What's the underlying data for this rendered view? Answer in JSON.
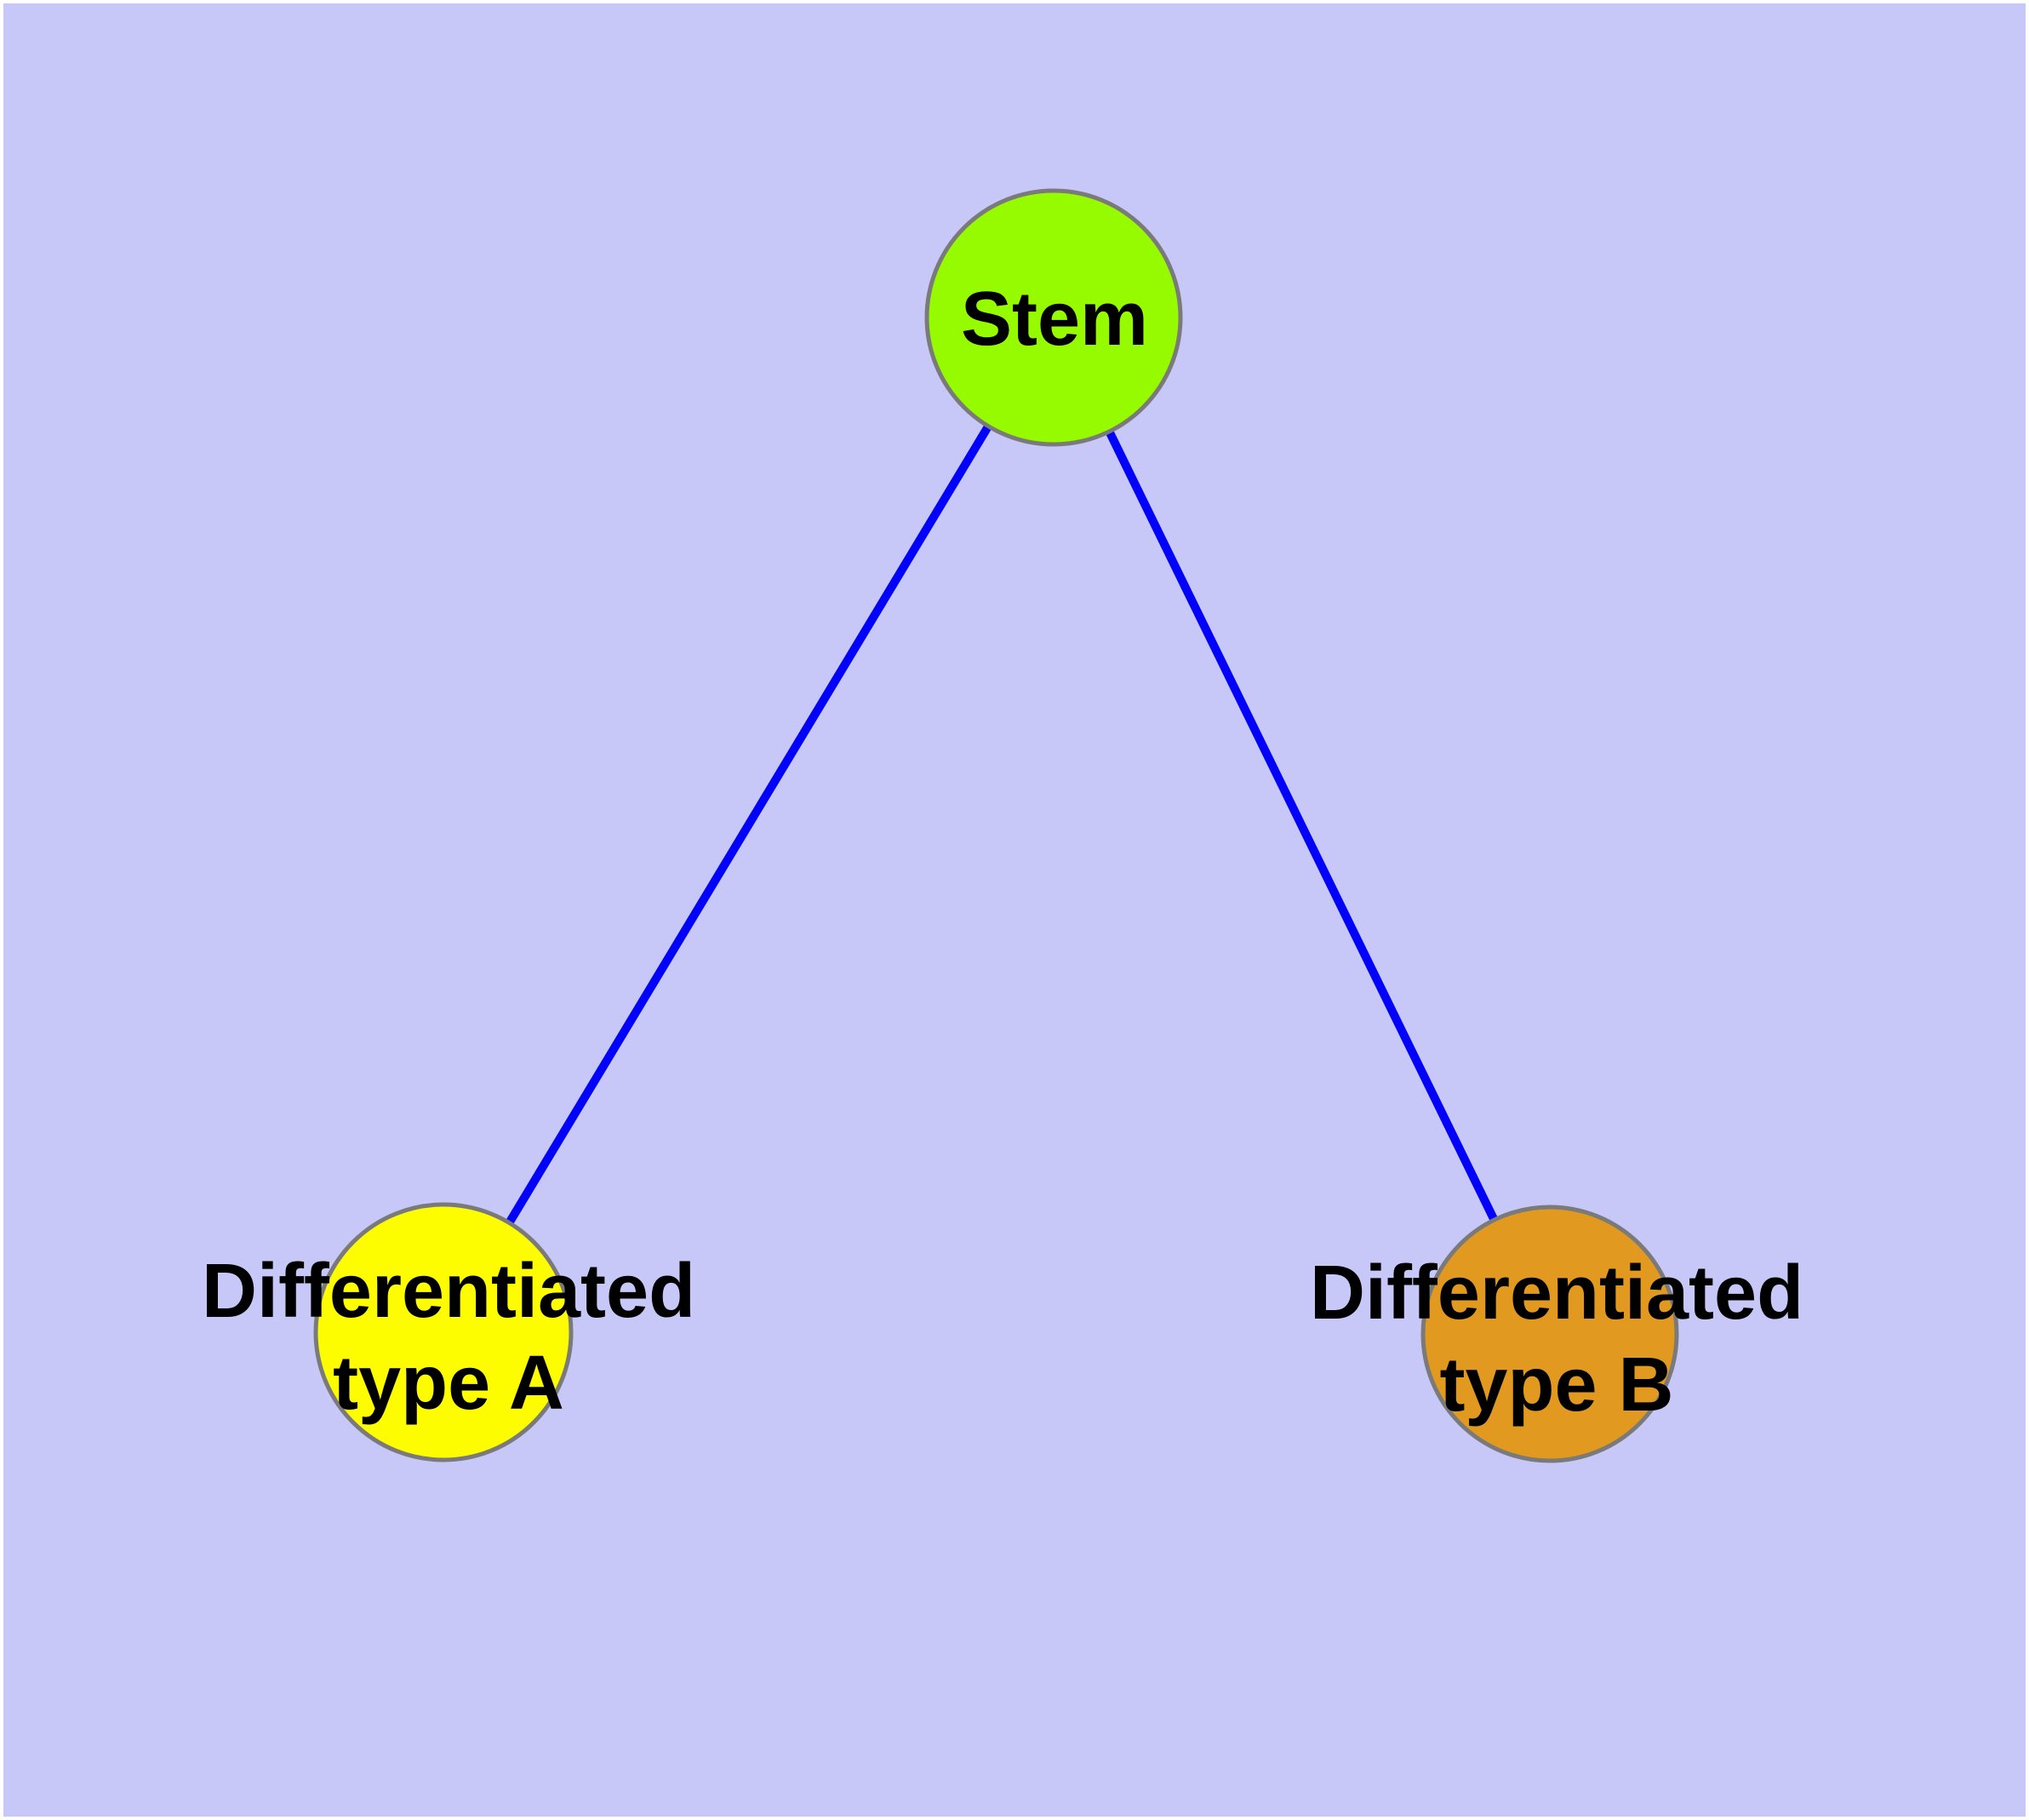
{
  "diagram": {
    "type": "node-link-graph",
    "background_color": "#c8c8f8",
    "outer_frame_color": "#ffffff",
    "edge_color": "#0202fa",
    "node_border_color": "#7a7a7a",
    "label_color": "#000000",
    "nodes": [
      {
        "id": "stem",
        "label": "Stem",
        "fill": "#97fb00"
      },
      {
        "id": "differentiated-type-a",
        "label": "Differentiated\ntype A",
        "fill": "#fdfd00"
      },
      {
        "id": "differentiated-type-b",
        "label": "Differentiated\ntype B",
        "fill": "#e2991f"
      }
    ],
    "edges": [
      {
        "from": "stem",
        "to": "differentiated-type-a"
      },
      {
        "from": "stem",
        "to": "differentiated-type-b"
      }
    ]
  }
}
